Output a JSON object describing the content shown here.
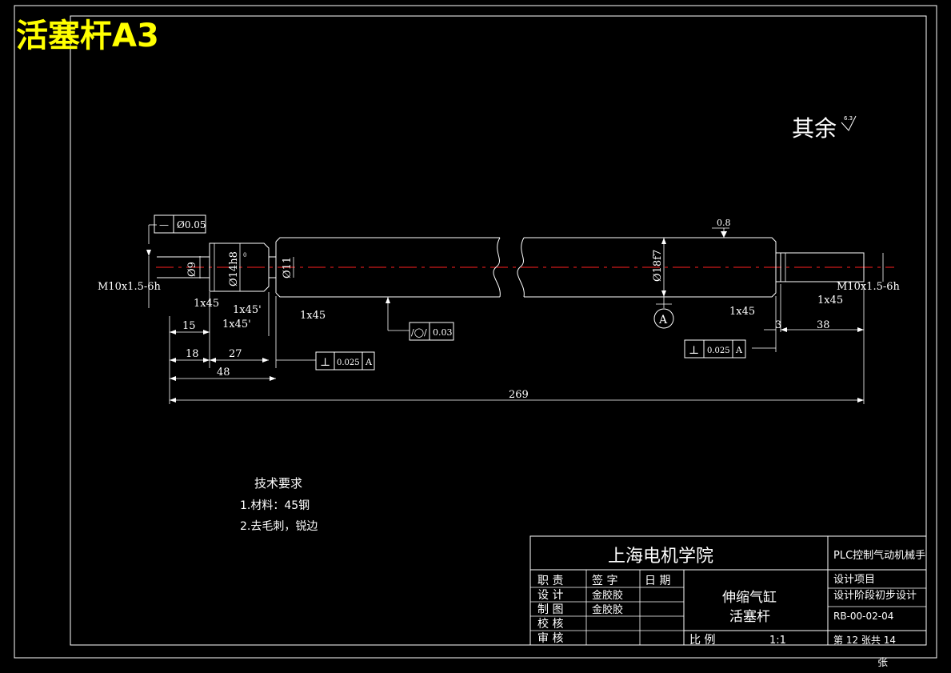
{
  "sheet_title": "活塞杆A3",
  "roughness_note": {
    "text": "其余",
    "value": "6.3"
  },
  "dimensions": {
    "thread_left": "M10x1.5-6h",
    "thread_right": "M10x1.5-6h",
    "dia_9": "Ø9",
    "dia_14": "Ø14h8",
    "dia_14_tol": "0",
    "dia_11": "Ø11",
    "dia_18": "Ø18f7",
    "chamfer_1": "1x45",
    "chamfer_2": "1x45'",
    "chamfer_3": "1x45'",
    "chamfer_4": "1x45",
    "chamfer_5": "1x45",
    "chamfer_6": "1x45",
    "len_15": "15",
    "len_18": "18",
    "len_27": "27",
    "len_48": "48",
    "len_269": "269",
    "len_3": "3",
    "len_38": "38",
    "roughness_body": "0.8"
  },
  "tolerances": {
    "straightness": {
      "symbol": "—",
      "value": "Ø0.05"
    },
    "cylindricity": {
      "symbol": "/◯/",
      "value": "0.03"
    },
    "perp_left": {
      "symbol": "⊥",
      "value": "0.025",
      "datum": "A"
    },
    "perp_right": {
      "symbol": "⊥",
      "value": "0.025",
      "datum": "A"
    },
    "datum_label": "A"
  },
  "technical_requirements": {
    "heading": "技术要求",
    "items": [
      "1.材料：45钢",
      "2.去毛刺，锐边"
    ]
  },
  "title_block": {
    "school": "上海电机学院",
    "project": "PLC控制气动机械手",
    "roles": [
      {
        "role": "职 责",
        "signer": "签 字",
        "date": "日 期"
      },
      {
        "role": "设 计",
        "signer": "金胶胶",
        "date": ""
      },
      {
        "role": "制 图",
        "signer": "金胶胶",
        "date": ""
      },
      {
        "role": "校 核",
        "signer": "",
        "date": ""
      },
      {
        "role": "审 核",
        "signer": "",
        "date": ""
      }
    ],
    "part_name_line1": "伸缩气缸",
    "part_name_line2": "活塞杆",
    "design_item": "设计项目",
    "design_stage": "设计阶段初步设计",
    "drawing_number": "RB-00-02-04",
    "scale_label": "比 例",
    "scale_value": "1:1",
    "sheet_info": "第 12 张共 14",
    "sheet_info_tail": "张"
  }
}
